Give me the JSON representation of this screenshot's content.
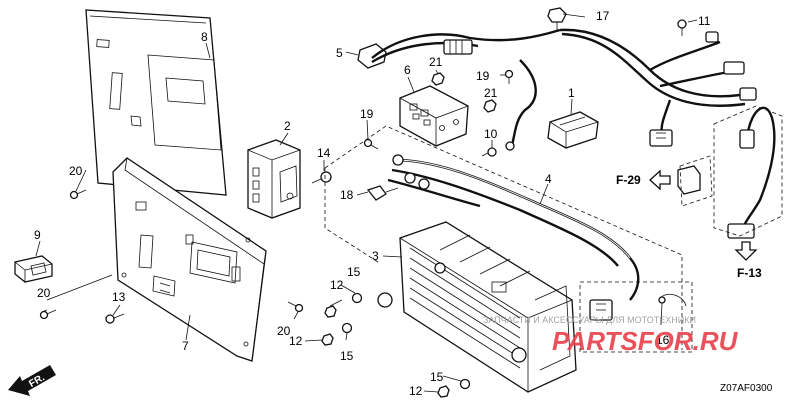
{
  "callouts": {
    "c1": "1",
    "c2": "2",
    "c3": "3",
    "c4": "4",
    "c5": "5",
    "c6": "6",
    "c7": "7",
    "c8": "8",
    "c9": "9",
    "c10": "10",
    "c11": "11",
    "c12a": "12",
    "c12b": "12",
    "c12c": "12",
    "c13": "13",
    "c14": "14",
    "c15a": "15",
    "c15b": "15",
    "c15c": "15",
    "c16": "16",
    "c17": "17",
    "c18": "18",
    "c19a": "19",
    "c19b": "19",
    "c20a": "20",
    "c20b": "20",
    "c20c": "20",
    "c21a": "21",
    "c21b": "21"
  },
  "references": {
    "f29": "F-29",
    "f13": "F-13"
  },
  "direction_label": "FR.",
  "diagram_code": "Z07AF0300",
  "watermark": {
    "caption": "ЗАПЧАСТИ И АКСЕССУАРЫ ДЛЯ МОТОТЕХНИКИ",
    "logo": "PARTSFOR.RU"
  },
  "colors": {
    "line": "#111111",
    "watermark_red": "#e8404a",
    "watermark_gray": "#9a9a9a"
  }
}
